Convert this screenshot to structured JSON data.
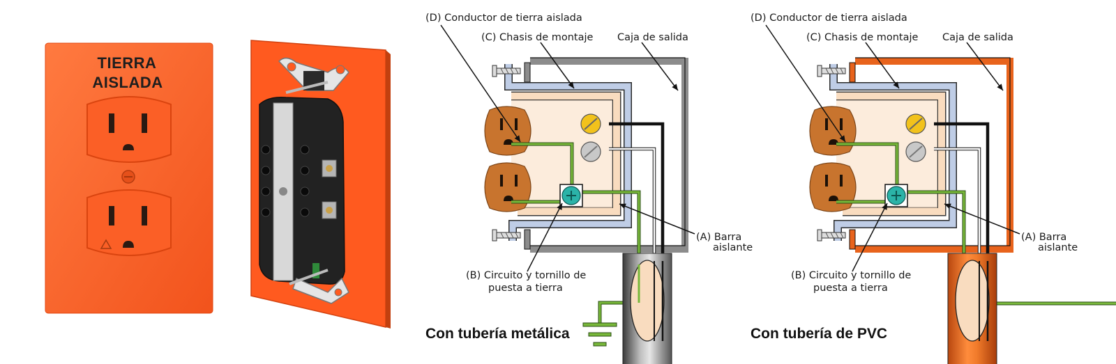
{
  "photo": {
    "plate_line1": "TIERRA",
    "plate_line2": "AISLADA"
  },
  "diagrams": [
    {
      "conduit": "metal",
      "caption": "Con tubería metálica",
      "labels": {
        "d": "(D) Conductor de tierra aislada",
        "c": "(C) Chasis de montaje",
        "box": "Caja de salida",
        "a1": "(A) Barra",
        "a2": "aislante",
        "b1": "(B) Circuito y tornillo de",
        "b2": "puesta a tierra"
      },
      "colors": {
        "box": "#8c8c8c",
        "pipe": "#8a8a8a"
      }
    },
    {
      "conduit": "pvc",
      "caption": "Con tubería de PVC",
      "labels": {
        "d": "(D) Conductor de tierra aislada",
        "c": "(C) Chasis de montaje",
        "box": "Caja de salida",
        "a1": "(A) Barra",
        "a2": "aislante",
        "b1": "(B) Circuito y tornillo de",
        "b2": "puesta a tierra"
      },
      "colors": {
        "box": "#e8631c",
        "pipe": "#e8631c"
      }
    }
  ],
  "colors": {
    "plate": "#ff5a1f",
    "receptacle_brown": "#c8742e",
    "chassis": "#bfcde6",
    "bar": "#f9dcbf",
    "ground_wire": "#78b83a",
    "hot_wire": "#1a1a1a",
    "screw_yellow": "#f2c21b",
    "screw_gray": "#c8c8c8",
    "ground_block": "#2bb3a8"
  }
}
